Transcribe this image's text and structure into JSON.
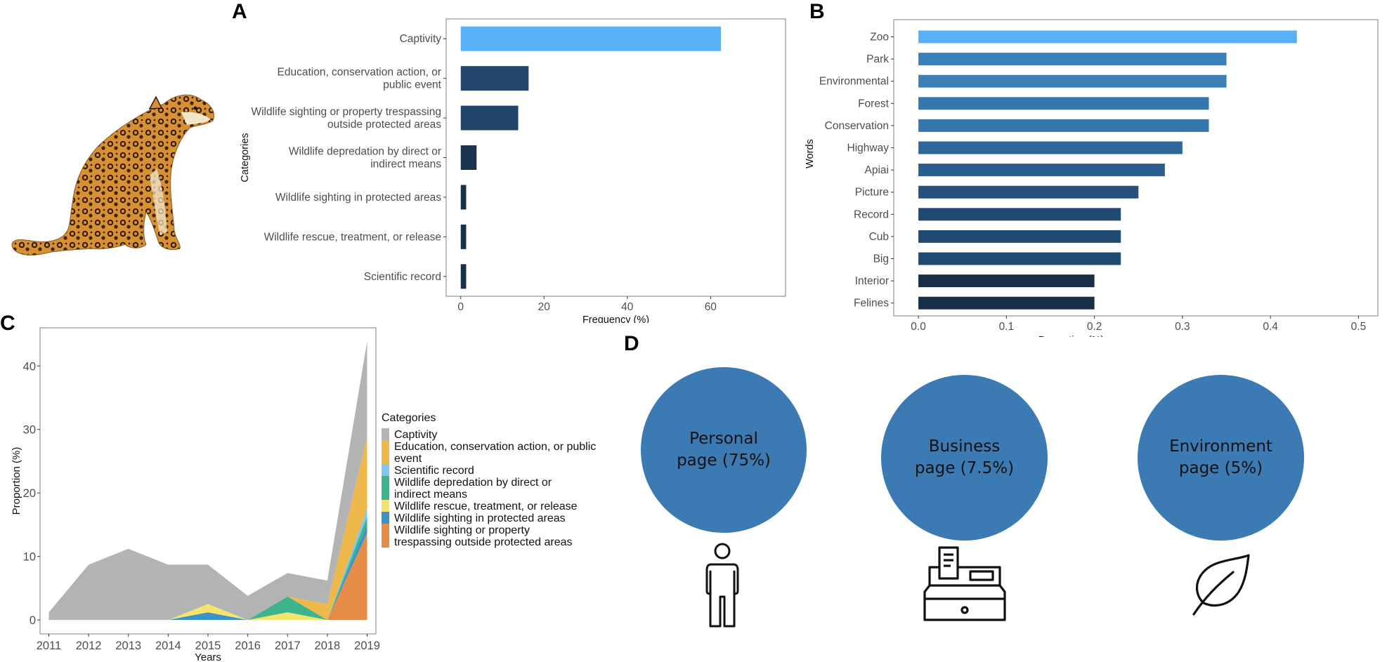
{
  "panels": {
    "a": "A",
    "b": "B",
    "c": "C",
    "d": "D"
  },
  "colors": {
    "highlight": "#56b1f7",
    "dark": "#132b43",
    "circle": "#3c7ab3",
    "gray": "#b3b3b3"
  },
  "icons": [
    "jaguar-image",
    "person-icon",
    "cash-register-icon",
    "leaf-icon"
  ],
  "chart_data": [
    {
      "id": "A",
      "type": "bar",
      "orientation": "horizontal",
      "categories": [
        [
          "Captivity"
        ],
        [
          "Education, conservation action, or",
          "public event"
        ],
        [
          "Wildlife sighting or property trespassing",
          "outside protected areas"
        ],
        [
          "Wildlife depredation by direct or",
          "indirect means"
        ],
        [
          "Wildlife sighting in protected areas"
        ],
        [
          "Wildlife rescue, treatment, or release"
        ],
        [
          "Scientific record"
        ]
      ],
      "values": [
        62.5,
        16.3,
        13.8,
        3.8,
        1.3,
        1.3,
        1.3
      ],
      "colors": [
        "#56b1f7",
        "#23476a",
        "#21446a",
        "#1a344f",
        "#17314a",
        "#17314a",
        "#17314a"
      ],
      "xlabel": "Frequency (%)",
      "ylabel": "Categories",
      "xlim": [
        -3.5,
        78
      ],
      "xticks": [
        0,
        20,
        40,
        60
      ],
      "grid": false
    },
    {
      "id": "B",
      "type": "bar",
      "orientation": "horizontal",
      "categories": [
        "Zoo",
        "Park",
        "Environmental",
        "Forest",
        "Conservation",
        "Highway",
        "Apiai",
        "Picture",
        "Record",
        "Cub",
        "Big",
        "Interior",
        "Felines"
      ],
      "values": [
        0.43,
        0.35,
        0.35,
        0.33,
        0.33,
        0.3,
        0.28,
        0.25,
        0.23,
        0.23,
        0.23,
        0.2,
        0.2
      ],
      "colors": [
        "#56b1f7",
        "#3b7fb8",
        "#3b7fb8",
        "#3577ad",
        "#3577ad",
        "#2f679a",
        "#2b5e8e",
        "#25517c",
        "#204a72",
        "#204a72",
        "#204a72",
        "#182f47",
        "#182f47"
      ],
      "xlabel": "Proportion (%)",
      "ylabel": "Words",
      "xlim": [
        -0.028,
        0.522
      ],
      "xticks": [
        "0.0",
        "0.1",
        "0.2",
        "0.3",
        "0.4",
        "0.5"
      ],
      "grid": false
    },
    {
      "id": "C",
      "type": "area",
      "stacked": true,
      "x": [
        2011,
        2012,
        2013,
        2014,
        2015,
        2016,
        2017,
        2018,
        2019
      ],
      "series": [
        {
          "name": "Wildlife sighting or property trespassing outside protected areas",
          "color": "#e58d46",
          "values": [
            0,
            0,
            0,
            0,
            0,
            0,
            0,
            0,
            13.7
          ]
        },
        {
          "name": "Wildlife sighting in protected areas",
          "color": "#3e90c8",
          "values": [
            0,
            0,
            0,
            0,
            1.2,
            0,
            0,
            0,
            1.3
          ]
        },
        {
          "name": "Wildlife rescue, treatment, or release",
          "color": "#f5e36c",
          "values": [
            0,
            0,
            0,
            0,
            1.3,
            0,
            1.2,
            0,
            0
          ]
        },
        {
          "name": "Wildlife depredation by direct or indirect means",
          "color": "#3eb48e",
          "values": [
            0,
            0,
            0,
            0,
            0,
            0,
            2.5,
            0,
            1.3
          ]
        },
        {
          "name": "Scientific record",
          "color": "#7fc8ec",
          "values": [
            0,
            0,
            0,
            0,
            0,
            0,
            0,
            0,
            1.3
          ]
        },
        {
          "name": "Education, conservation action, or public event",
          "color": "#eeb84a",
          "values": [
            0,
            0,
            0,
            0,
            0,
            0,
            0,
            2.5,
            11.3
          ]
        },
        {
          "name": "Captivity",
          "color": "#b3b3b3",
          "values": [
            1.2,
            8.7,
            11.2,
            8.7,
            6.2,
            3.8,
            3.7,
            3.7,
            15.0
          ]
        }
      ],
      "legend_title": "Categories",
      "legend_entries": [
        {
          "lines": [
            "Captivity"
          ],
          "color": "#b3b3b3"
        },
        {
          "lines": [
            "Education, conservation action, or public",
            "event"
          ],
          "color": "#eeb84a"
        },
        {
          "lines": [
            "Scientific record"
          ],
          "color": "#7fc8ec"
        },
        {
          "lines": [
            "Wildlife depredation by direct or",
            "indirect means"
          ],
          "color": "#3eb48e"
        },
        {
          "lines": [
            "Wildlife rescue, treatment, or release"
          ],
          "color": "#f5e36c"
        },
        {
          "lines": [
            "Wildlife sighting in protected areas"
          ],
          "color": "#3e90c8"
        },
        {
          "lines": [
            "Wildlife sighting or property",
            "trespassing outside protected areas"
          ],
          "color": "#e58d46"
        }
      ],
      "legend_position": "right",
      "xlabel": "Years",
      "ylabel": "Proportion (%)",
      "ylim": [
        -2.2,
        46
      ],
      "yticks": [
        0,
        10,
        20,
        30,
        40
      ],
      "grid": false
    }
  ],
  "panel_d": {
    "circles": [
      {
        "line1": "Personal",
        "line2": "page (75%)",
        "icon": "person-icon"
      },
      {
        "line1": "Business",
        "line2": "page (7.5%)",
        "icon": "cash-register-icon"
      },
      {
        "line1": "Environment",
        "line2": "page (5%)",
        "icon": "leaf-icon"
      }
    ]
  }
}
